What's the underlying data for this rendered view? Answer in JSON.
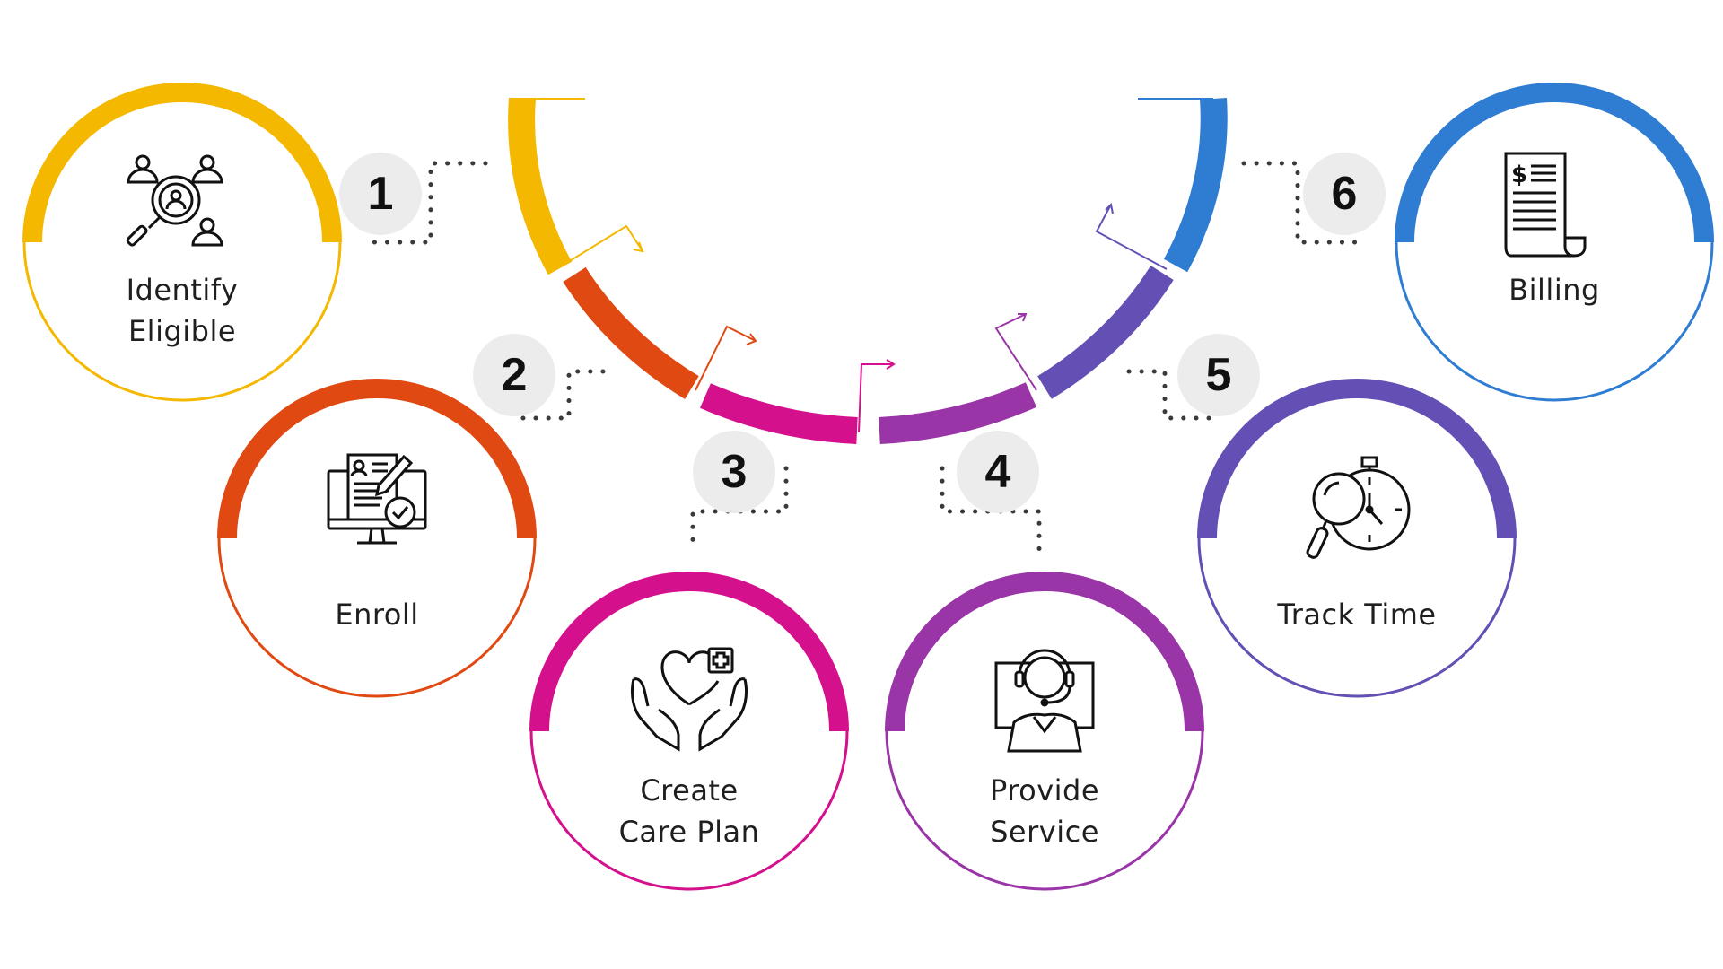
{
  "colors": {
    "step1": "#F5B800",
    "step2": "#E04A12",
    "step3": "#D4108C",
    "step4": "#9A35A8",
    "step5": "#6450B4",
    "step6": "#2F7DD3",
    "badge_bg": "#ECECEC",
    "dots": "#3A3A3A",
    "icon_stroke": "#111111"
  },
  "steps": [
    {
      "number": "1",
      "label_line1": "Identify",
      "label_line2": "Eligible",
      "icon": "people-search-icon"
    },
    {
      "number": "2",
      "label_line1": "Enroll",
      "label_line2": "",
      "icon": "enrollment-form-monitor-icon"
    },
    {
      "number": "3",
      "label_line1": "Create",
      "label_line2": "Care Plan",
      "icon": "heart-hands-icon"
    },
    {
      "number": "4",
      "label_line1": "Provide",
      "label_line2": "Service",
      "icon": "support-agent-headset-icon"
    },
    {
      "number": "5",
      "label_line1": "Track Time",
      "label_line2": "",
      "icon": "stopwatch-magnifier-icon"
    },
    {
      "number": "6",
      "label_line1": "Billing",
      "label_line2": "",
      "icon": "invoice-dollar-icon"
    }
  ]
}
